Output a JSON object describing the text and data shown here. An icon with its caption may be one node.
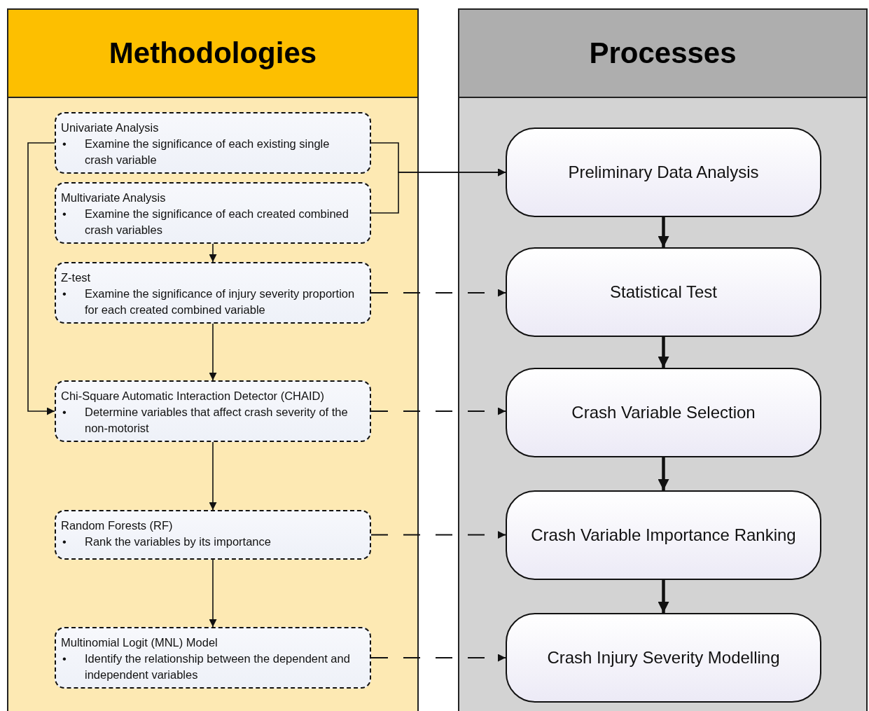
{
  "diagram": {
    "nodes": [
      {
        "text": [
          "Methodologies"
        ]
      },
      {
        "text": [
          "Processes"
        ]
      },
      {
        "text": [
          "Univariate Analysis",
          "•",
          "Examine the significance of each existing single crash variable"
        ],
        "in": 0
      },
      {
        "text": [
          "Multivariate Analysis",
          "•",
          "Examine the significance of each created combined crash variables"
        ],
        "in": 0
      },
      {
        "text": [
          "Z-test",
          "•",
          "Examine the significance of injury severity proportion for each created combined variable"
        ],
        "in": 0
      },
      {
        "text": [
          "Chi-Square Automatic Interaction Detector (CHAID)",
          "•",
          "Determine variables that affect crash severity of the non-motorist"
        ],
        "in": 0
      },
      {
        "text": [
          "Random Forests (RF)",
          "•",
          "Rank the variables by its importance"
        ],
        "in": 0
      },
      {
        "text": [
          "Multinomial Logit (MNL) Model",
          "•",
          "Identify the relationship between the dependent and independent variables"
        ],
        "in": 0
      },
      {
        "text": [
          "Preliminary Data Analysis"
        ],
        "in": 1
      },
      {
        "text": [
          "Statistical Test"
        ],
        "in": 1
      },
      {
        "text": [
          "Crash Variable Selection"
        ],
        "in": 1
      },
      {
        "text": [
          "Crash Variable Importance Ranking"
        ],
        "in": 1
      },
      {
        "text": [
          "Crash Injury Severity Modelling"
        ],
        "in": 1
      }
    ],
    "edges": [
      {
        "from": 2,
        "to": 8,
        "arrow": "to"
      },
      {
        "from": 3,
        "to": 8,
        "arrow": "to"
      },
      {
        "from": 2,
        "to": 5,
        "arrow": "to"
      },
      {
        "from": 3,
        "to": 4,
        "arrow": "to"
      },
      {
        "from": 4,
        "to": 5,
        "arrow": "to"
      },
      {
        "from": 5,
        "to": 6,
        "arrow": "to"
      },
      {
        "from": 6,
        "to": 7,
        "arrow": "to"
      },
      {
        "from": 4,
        "to": 9,
        "arrow": "to",
        "style": "dashed"
      },
      {
        "from": 5,
        "to": 10,
        "arrow": "to",
        "style": "dashed"
      },
      {
        "from": 6,
        "to": 11,
        "arrow": "to",
        "style": "dashed"
      },
      {
        "from": 7,
        "to": 12,
        "arrow": "to",
        "style": "dashed"
      },
      {
        "from": 8,
        "to": 9,
        "arrow": "to",
        "style": "thick"
      },
      {
        "from": 9,
        "to": 10,
        "arrow": "to",
        "style": "thick"
      },
      {
        "from": 10,
        "to": 11,
        "arrow": "to",
        "style": "thick"
      },
      {
        "from": 11,
        "to": 12,
        "arrow": "to",
        "style": "thick"
      }
    ]
  }
}
